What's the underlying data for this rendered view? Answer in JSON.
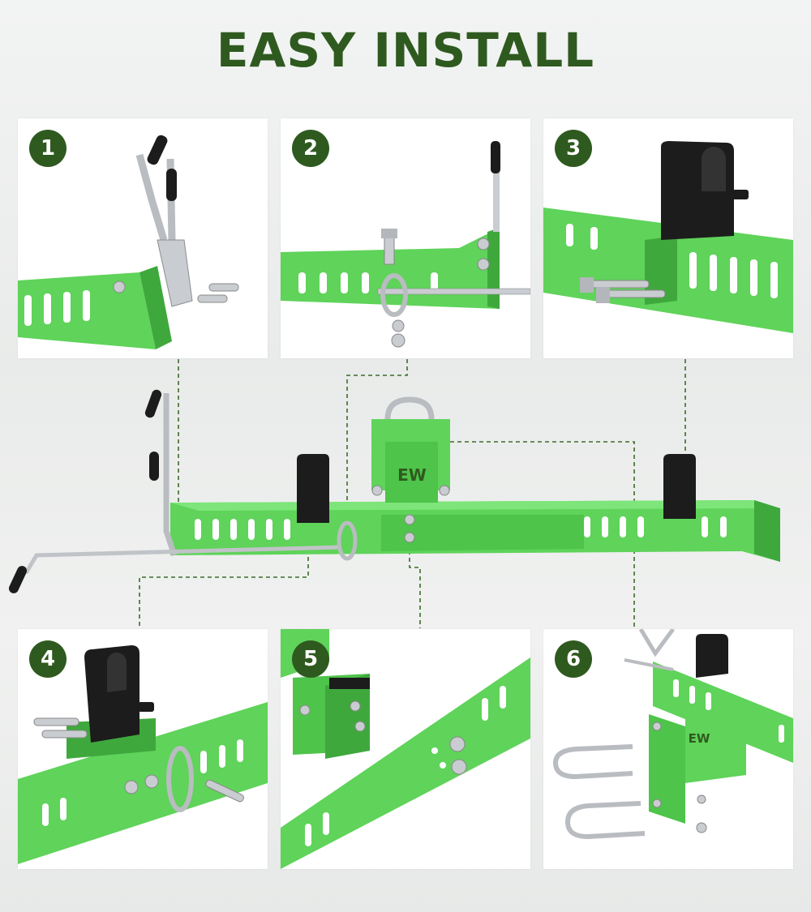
{
  "title": "EASY INSTALL",
  "steps": [
    {
      "number": "1"
    },
    {
      "number": "2"
    },
    {
      "number": "3"
    },
    {
      "number": "4"
    },
    {
      "number": "5"
    },
    {
      "number": "6"
    }
  ],
  "center_logo": "EW",
  "colors": {
    "brand_green": "#2f5a1f",
    "bracket_green": "#5fd35a",
    "bracket_dark": "#3fa83d",
    "clamp_black": "#1c1c1c",
    "metal": "#c9ccd0",
    "connector_line": "#3d6b2a"
  }
}
